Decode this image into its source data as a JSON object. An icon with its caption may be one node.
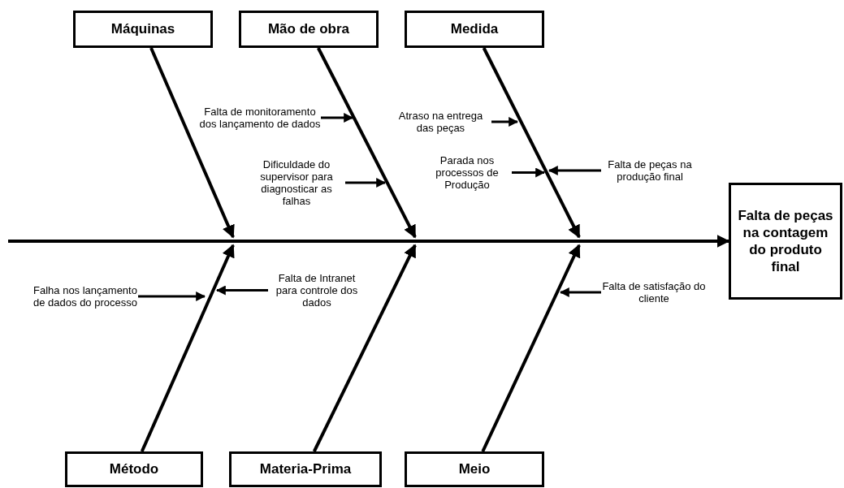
{
  "diagram": {
    "nodes": [
      {
        "text": [
          "Máquinas"
        ]
      },
      {
        "text": [
          "Mão de obra"
        ]
      },
      {
        "text": [
          "Medida"
        ]
      },
      {
        "text": [
          "Método"
        ]
      },
      {
        "text": [
          "Materia-Prima"
        ]
      },
      {
        "text": [
          "Meio"
        ]
      },
      {
        "text": [
          "Falta de peças na contagem do produto final"
        ]
      },
      {
        "text": [
          "Falta de  monitoramento dos lançamento de dados"
        ]
      },
      {
        "text": [
          "Atraso na entrega das peças"
        ]
      },
      {
        "text": [
          "Dificuldade do supervisor para diagnosticar as falhas"
        ]
      },
      {
        "text": [
          "Parada nos processos de Produção"
        ]
      },
      {
        "text": [
          "Falta de peças na produção final"
        ]
      },
      {
        "text": [
          "Falha nos lançamento de dados do processo"
        ]
      },
      {
        "text": [
          "Falta de Intranet para controle dos dados"
        ]
      },
      {
        "text": [
          "Falta de satisfação do cliente"
        ]
      }
    ],
    "edges": [
      {
        "from": null,
        "to": 6,
        "arrow": "to"
      },
      {
        "from": 0,
        "to": null,
        "arrow": "to"
      },
      {
        "from": 1,
        "to": null,
        "arrow": "to"
      },
      {
        "from": 2,
        "to": null,
        "arrow": "to"
      },
      {
        "from": 3,
        "to": null,
        "arrow": "to"
      },
      {
        "from": 4,
        "to": null,
        "arrow": "to"
      },
      {
        "from": 5,
        "to": null,
        "arrow": "to"
      },
      {
        "from": 7,
        "to": null,
        "arrow": "to"
      },
      {
        "from": 8,
        "to": null,
        "arrow": "to"
      },
      {
        "from": 9,
        "to": null,
        "arrow": "to"
      },
      {
        "from": 10,
        "to": null,
        "arrow": "to"
      },
      {
        "from": 11,
        "to": null,
        "arrow": "to"
      },
      {
        "from": 12,
        "to": null,
        "arrow": "to"
      },
      {
        "from": 13,
        "to": null,
        "arrow": "to"
      },
      {
        "from": 14,
        "to": null,
        "arrow": "to"
      }
    ]
  }
}
